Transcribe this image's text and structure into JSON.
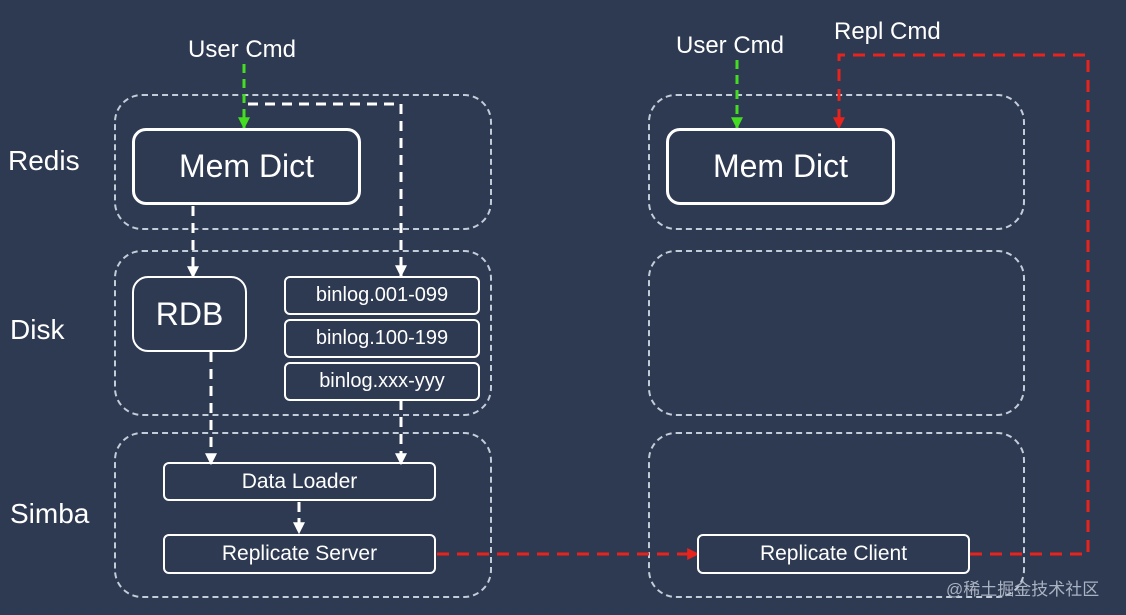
{
  "layers": {
    "redis": "Redis",
    "disk": "Disk",
    "simba": "Simba"
  },
  "left": {
    "user_cmd": "User Cmd",
    "mem_dict": "Mem Dict",
    "rdb": "RDB",
    "binlogs": [
      "binlog.001-099",
      "binlog.100-199",
      "binlog.xxx-yyy"
    ],
    "data_loader": "Data Loader",
    "replicate_server": "Replicate Server"
  },
  "right": {
    "user_cmd": "User Cmd",
    "repl_cmd": "Repl Cmd",
    "mem_dict": "Mem Dict",
    "replicate_client": "Replicate Client"
  },
  "watermark": "@稀土掘金技术社区",
  "colors": {
    "background": "#2e3a52",
    "border": "#ffffff",
    "dashed_region": "#c3ccd9",
    "user_cmd_arrow": "#44dd22",
    "repl_arrow": "#e8231c"
  }
}
